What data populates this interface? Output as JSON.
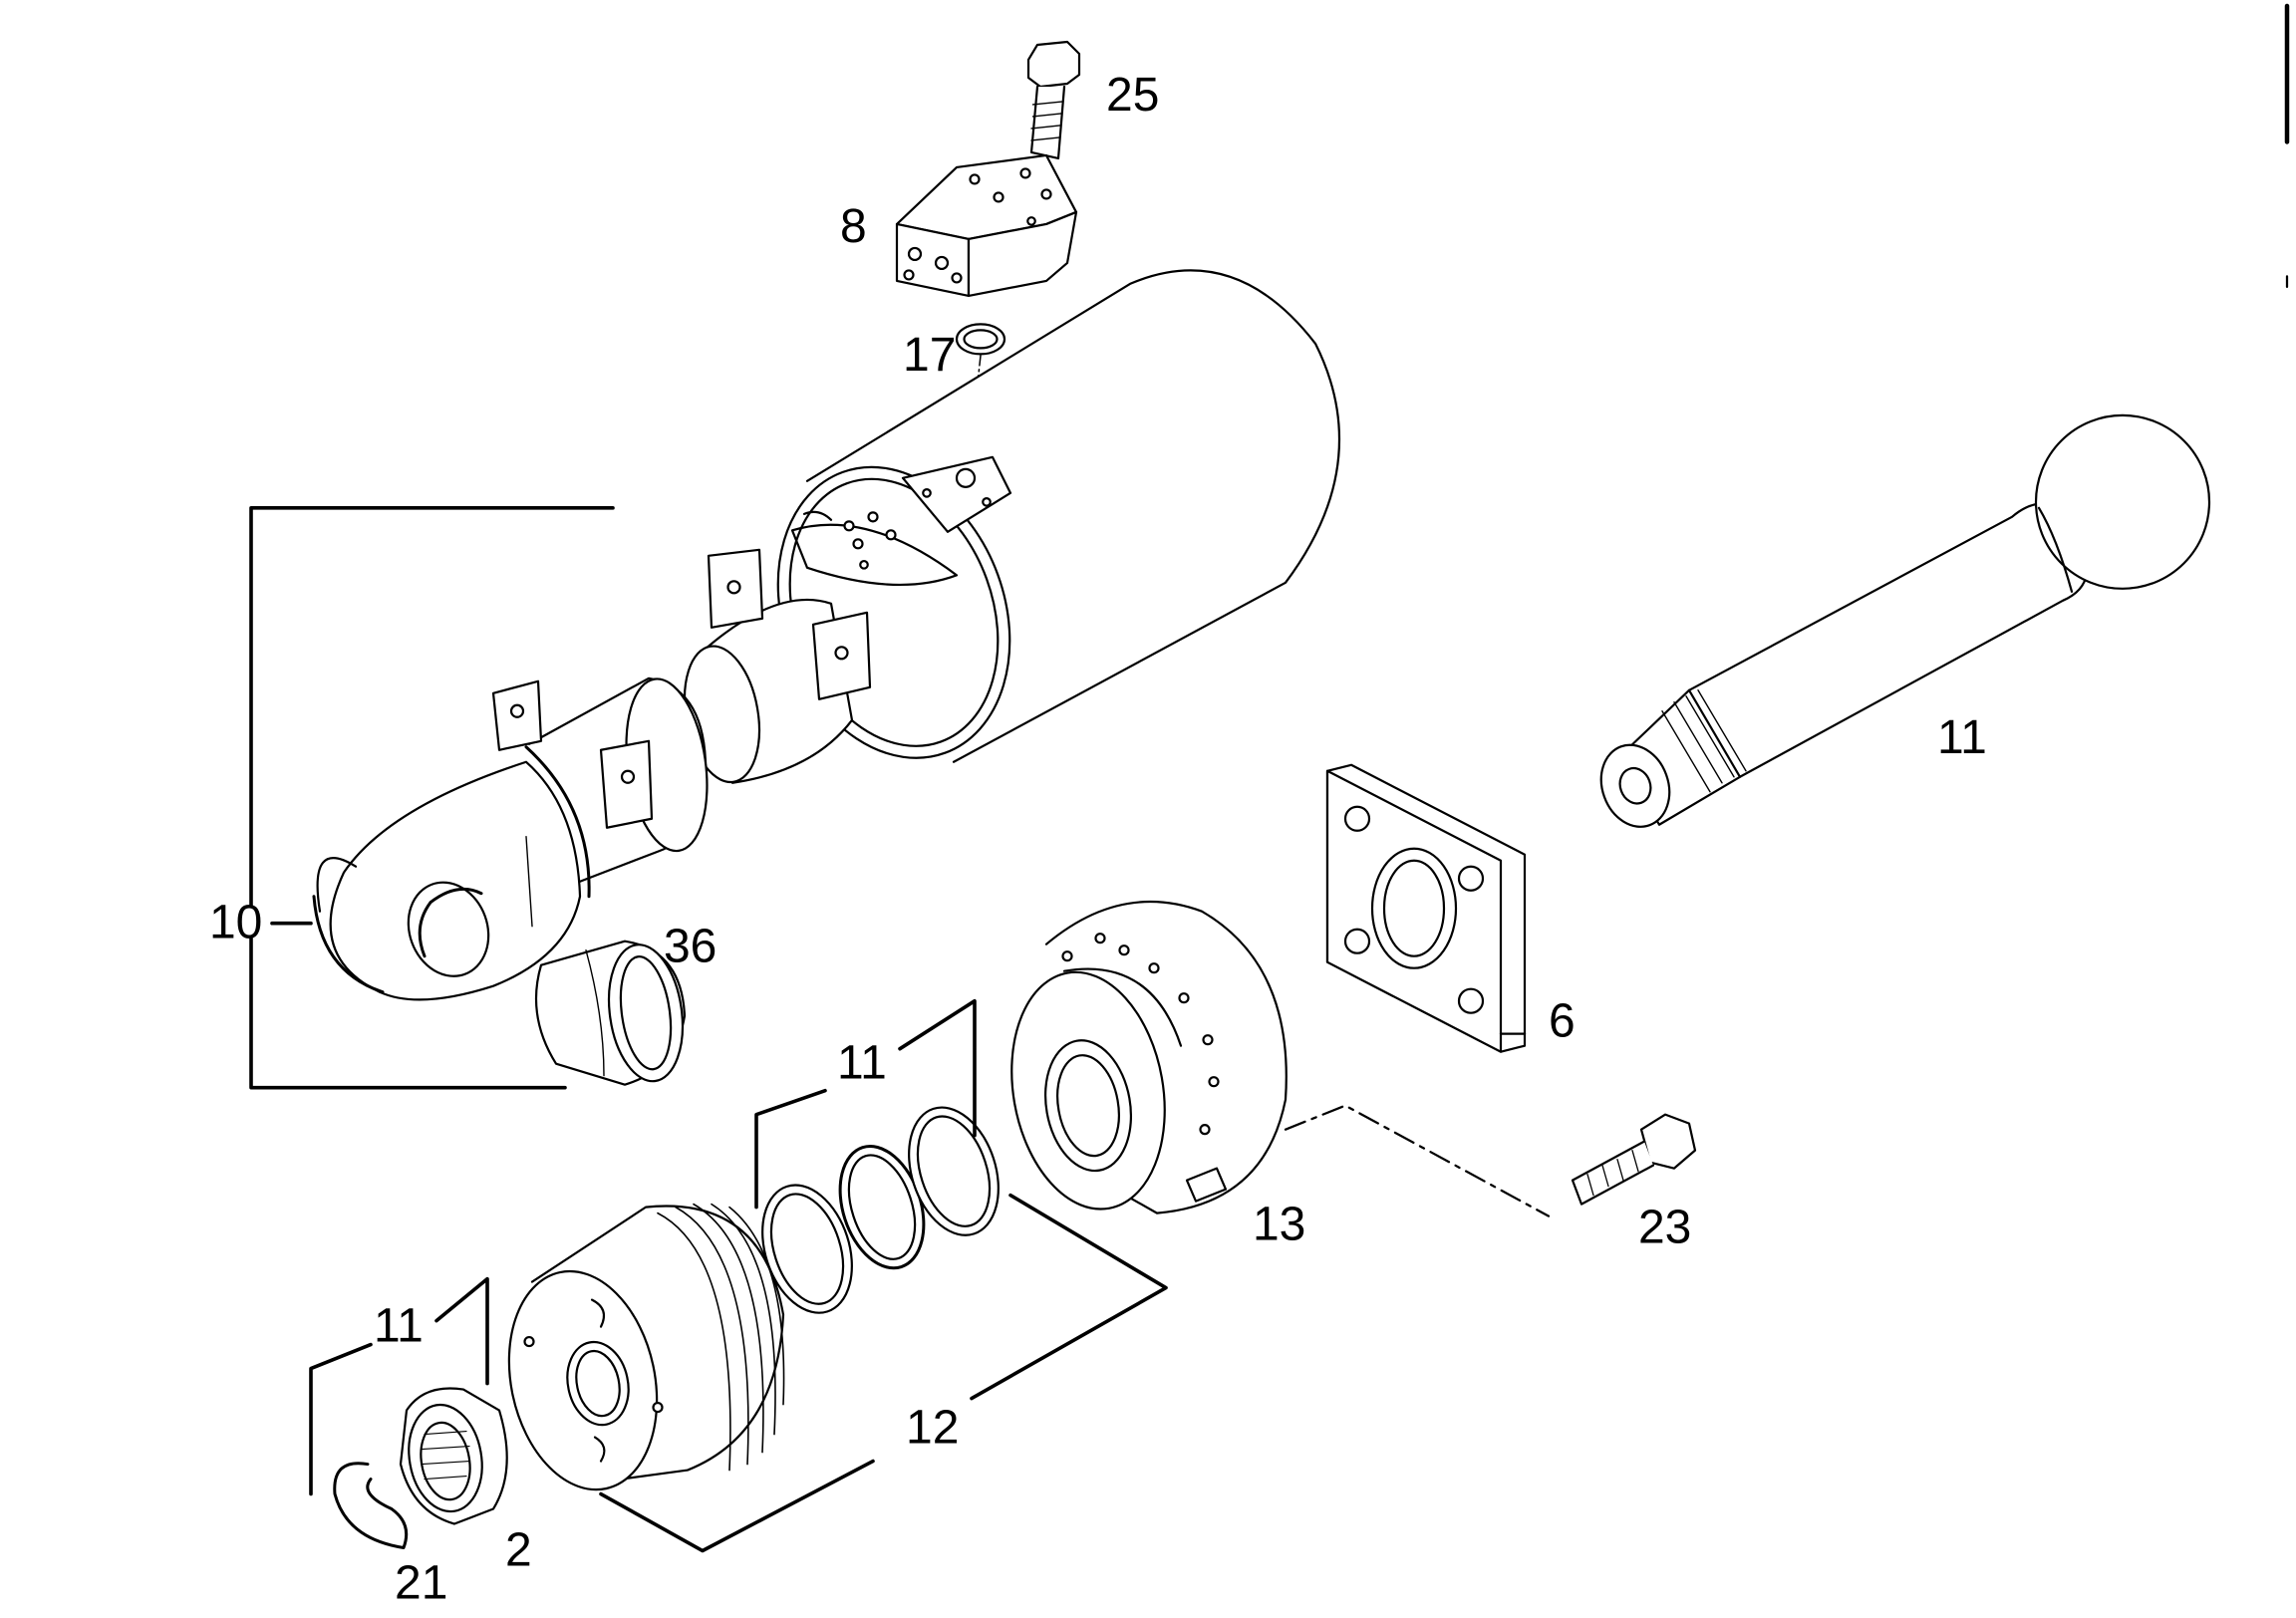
{
  "diagram": {
    "labels": {
      "p25": "25",
      "p8": "8",
      "p17": "17",
      "p11_rod": "11",
      "p10": "10",
      "p36": "36",
      "p6": "6",
      "p11_seals": "11",
      "p13": "13",
      "p23": "23",
      "p11_nut": "11",
      "p12": "12",
      "p2": "2",
      "p21": "21"
    },
    "colors": {
      "ink": "#000000",
      "paper": "#ffffff"
    }
  }
}
